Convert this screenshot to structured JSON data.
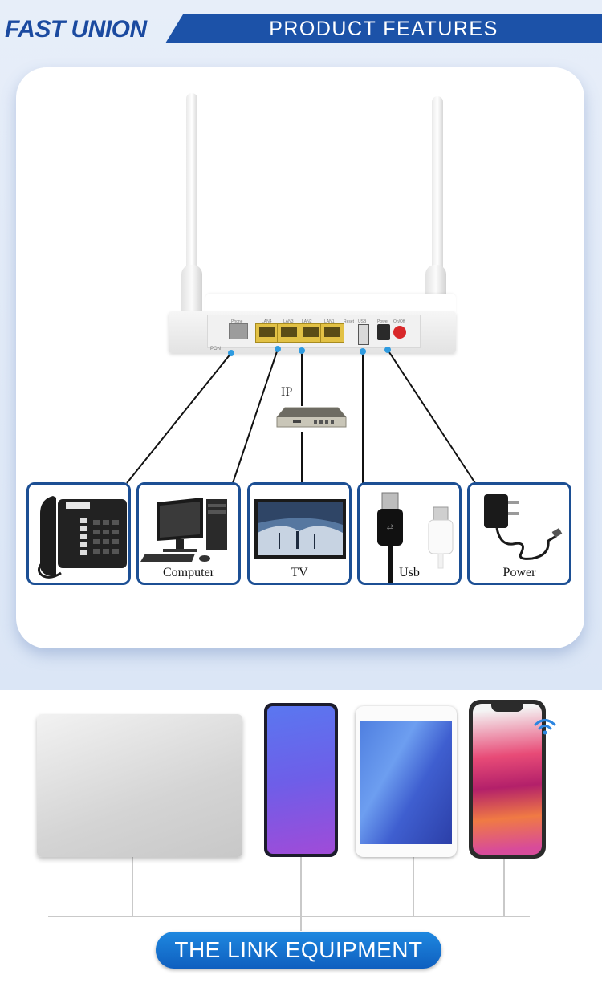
{
  "header": {
    "brand": "FAST UNION",
    "title": "PRODUCT FEATURES"
  },
  "router": {
    "ports": [
      "Phone",
      "LAN4",
      "LAN3",
      "LAN2",
      "LAN1",
      "Reset",
      "USB",
      "Power",
      "On/Off"
    ],
    "pon_label": "PON"
  },
  "set_top_box": {
    "label": "IP"
  },
  "devices": [
    {
      "name": "phone",
      "label": ""
    },
    {
      "name": "computer",
      "label": "Computer"
    },
    {
      "name": "tv",
      "label": "TV"
    },
    {
      "name": "usb",
      "label": "Usb"
    },
    {
      "name": "power",
      "label": "Power"
    }
  ],
  "link_equipment": {
    "title": "THE LINK EQUIPMENT"
  },
  "colors": {
    "brand_blue": "#1c52a8",
    "box_border": "#1c4f94",
    "button_blue": "#1e88e0",
    "port_dot": "#2e9be0"
  }
}
